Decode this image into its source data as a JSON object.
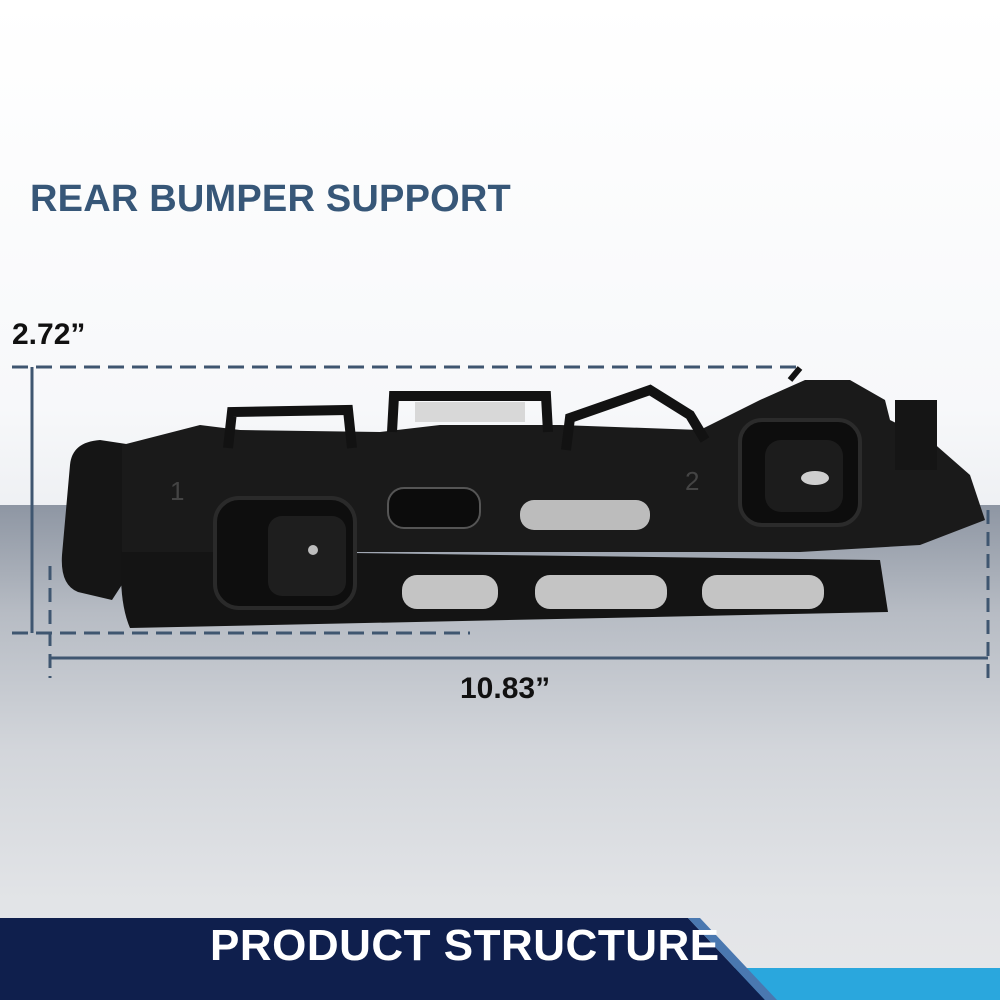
{
  "title": "REAR BUMPER SUPPORT",
  "dimensions": {
    "height": "2.72”",
    "width": "10.83”"
  },
  "part_markings": {
    "left": "1",
    "right": "2"
  },
  "banner": {
    "label": "PRODUCT STRUCTURE"
  },
  "colors": {
    "title": "#375778",
    "dimension_lines": "#3f5670",
    "banner_dark": "#0f1f4d",
    "banner_accent": "#2aa7dd"
  }
}
